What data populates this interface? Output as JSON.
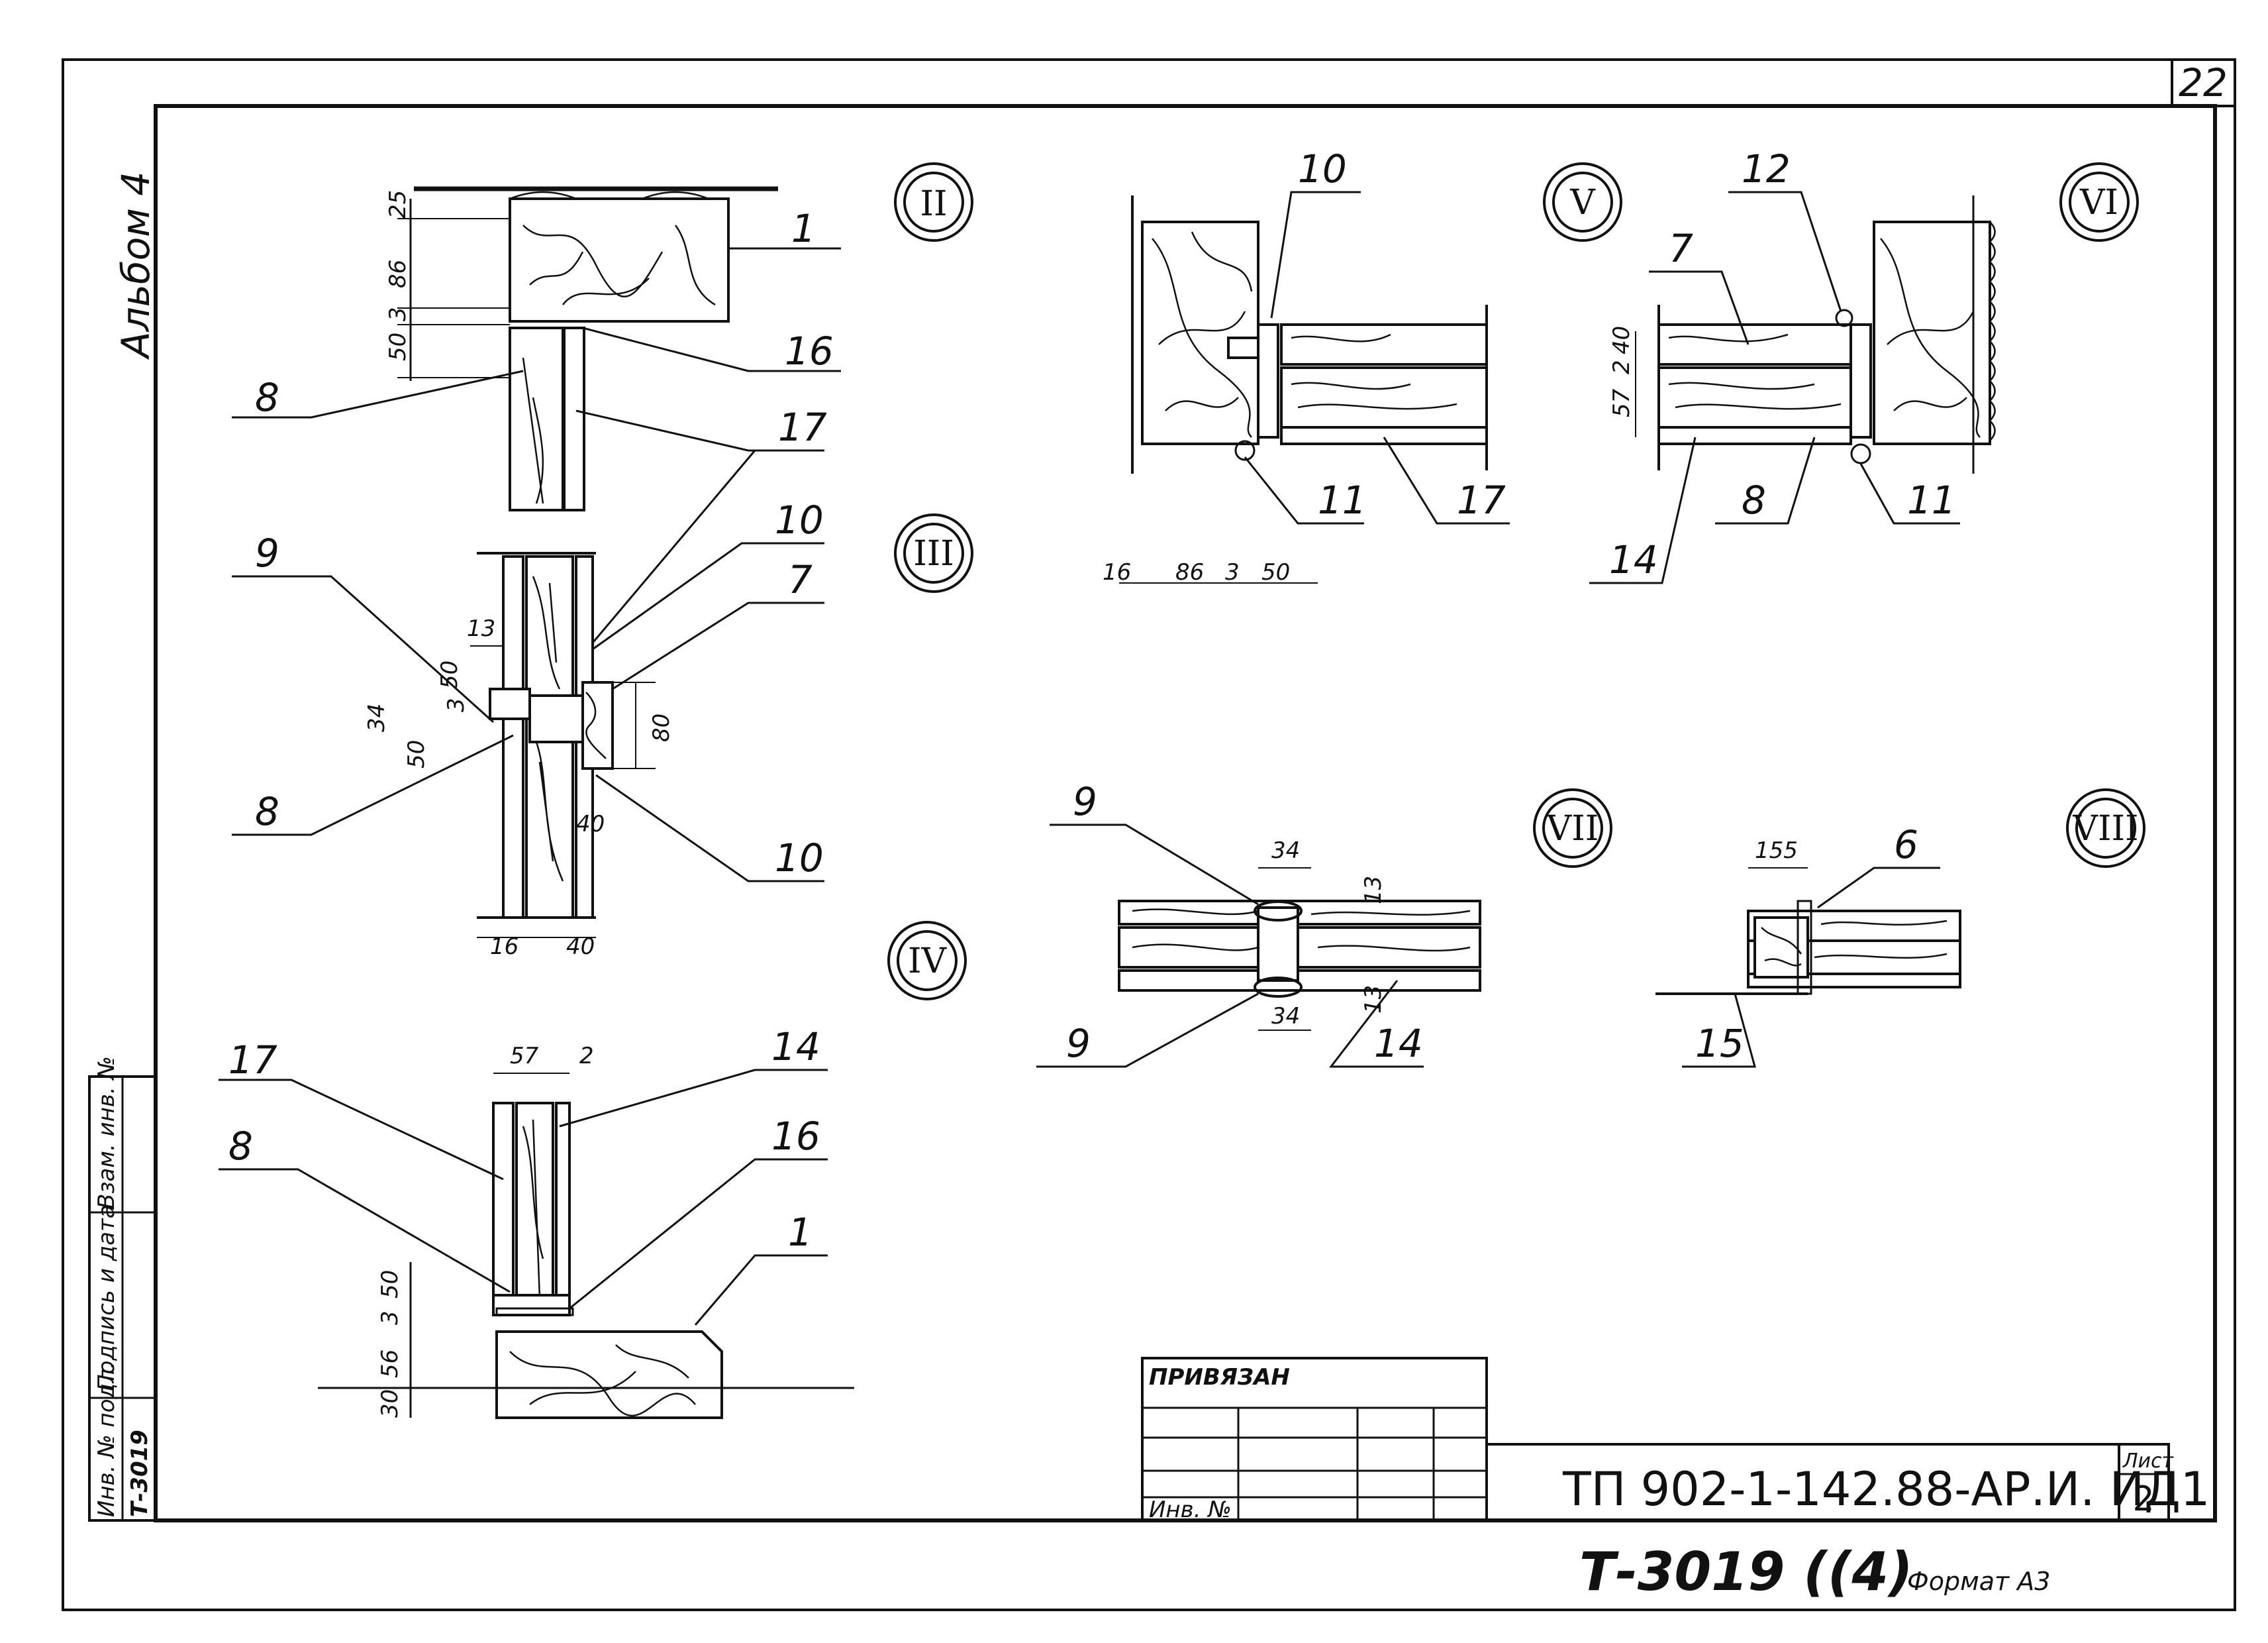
{
  "sheet": {
    "page_number": "22",
    "album_label": "Альбом 4",
    "sheet_label": "Лист",
    "sheet_number": "2",
    "document_code": "ТП 902-1-142.88-АР.И. ИД1",
    "archive_number": "Т-3019 ((4)",
    "format_label": "Формат А3",
    "bound_label": "ПРИВЯЗАН",
    "inv_no_label": "Инв. №",
    "side_stamp": {
      "inv_original": "Инв. № подл.",
      "signature_date": "Подпись и дата",
      "replaced_inv": "Взам. инв. №",
      "inv_value": "Т-3019"
    }
  },
  "sections": {
    "II": "II",
    "III": "III",
    "IV": "IV",
    "V": "V",
    "VI": "VI",
    "VII": "VII",
    "VIII": "VIII"
  },
  "callouts": {
    "s2": [
      "1",
      "16",
      "8",
      "17"
    ],
    "s3": [
      "9",
      "10",
      "7",
      "8",
      "10"
    ],
    "s4": [
      "17",
      "14",
      "8",
      "16",
      "1"
    ],
    "s5": [
      "10",
      "11",
      "17"
    ],
    "s6": [
      "12",
      "7",
      "11",
      "8",
      "14"
    ],
    "s7": [
      "9",
      "9",
      "14"
    ],
    "s8": [
      "6",
      "15"
    ]
  },
  "dimensions": {
    "s2": [
      "25",
      "86",
      "3",
      "50"
    ],
    "s3": [
      "13",
      "50",
      "3",
      "34",
      "50",
      "80",
      "40",
      "16",
      "40"
    ],
    "s4": [
      "57",
      "2",
      "50",
      "3",
      "56",
      "30"
    ],
    "s5": [
      "16",
      "86",
      "3",
      "50"
    ],
    "s6": [
      "40",
      "2",
      "57"
    ],
    "s7": [
      "34",
      "13",
      "34",
      "13"
    ],
    "s8": [
      "155"
    ]
  }
}
